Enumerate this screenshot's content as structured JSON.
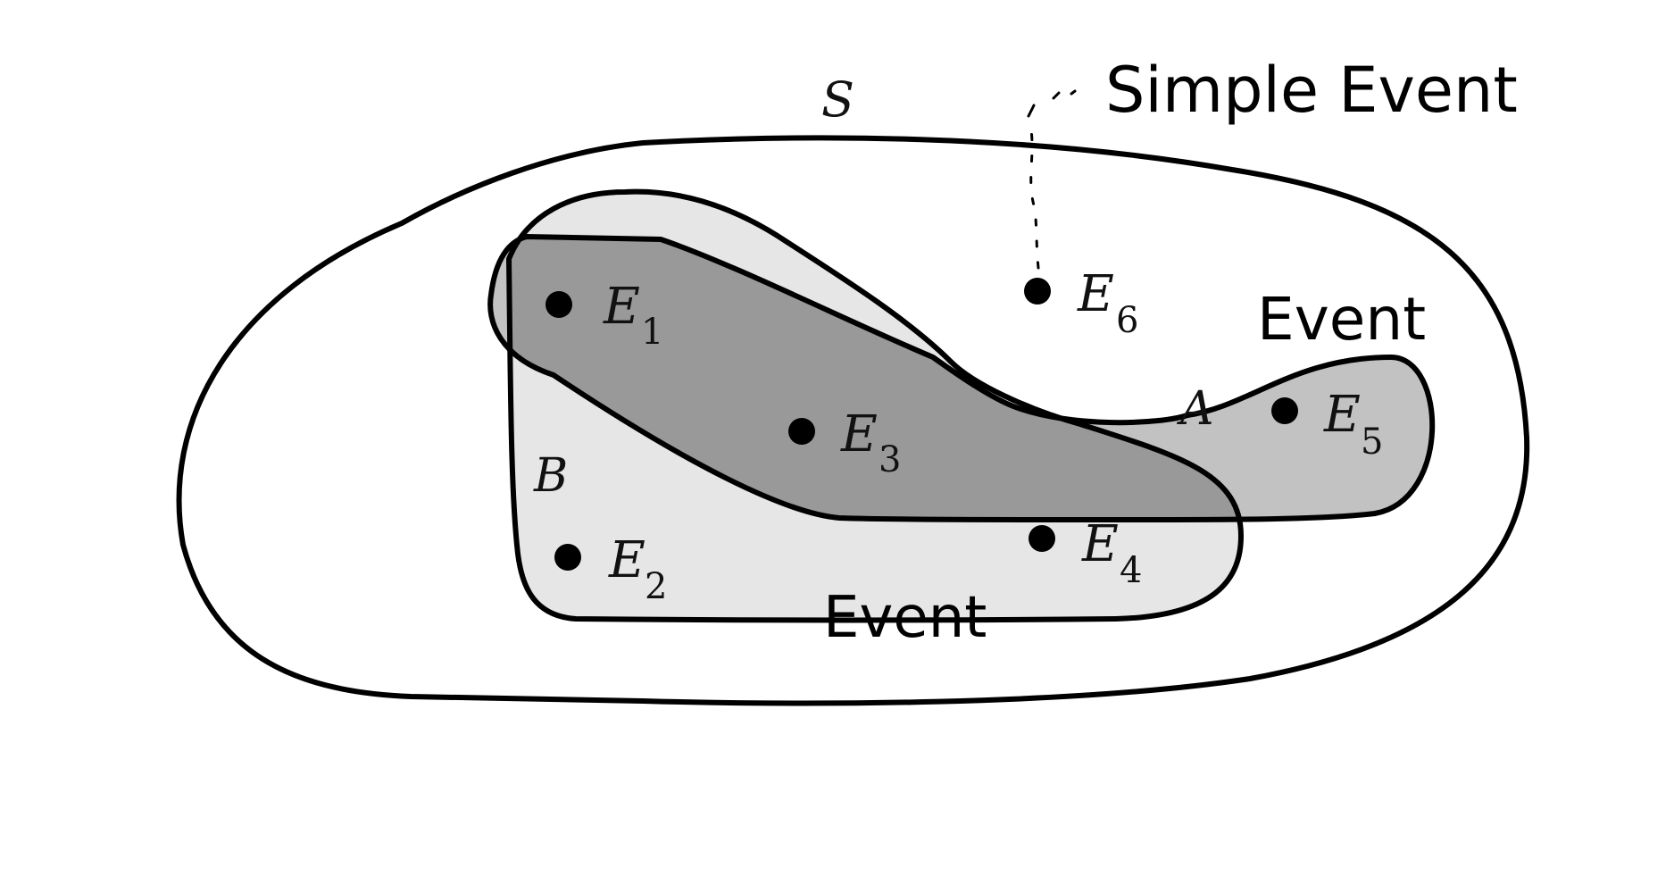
{
  "diagram": {
    "colors": {
      "background": "#ffffff",
      "set_B_fill": "#e6e6e6",
      "set_A_fill": "#c2c2c2",
      "overlap_fill": "#999999",
      "stroke": "#000000"
    },
    "sample_space_label": "S",
    "set_labels": {
      "A": "A",
      "B": "B"
    },
    "points": [
      {
        "letter": "E",
        "sub": "1"
      },
      {
        "letter": "E",
        "sub": "2"
      },
      {
        "letter": "E",
        "sub": "3"
      },
      {
        "letter": "E",
        "sub": "4"
      },
      {
        "letter": "E",
        "sub": "5"
      },
      {
        "letter": "E",
        "sub": "6"
      }
    ],
    "annotations": {
      "simple_event": "Simple Event",
      "event_a": "Event",
      "event_b": "Event"
    }
  }
}
